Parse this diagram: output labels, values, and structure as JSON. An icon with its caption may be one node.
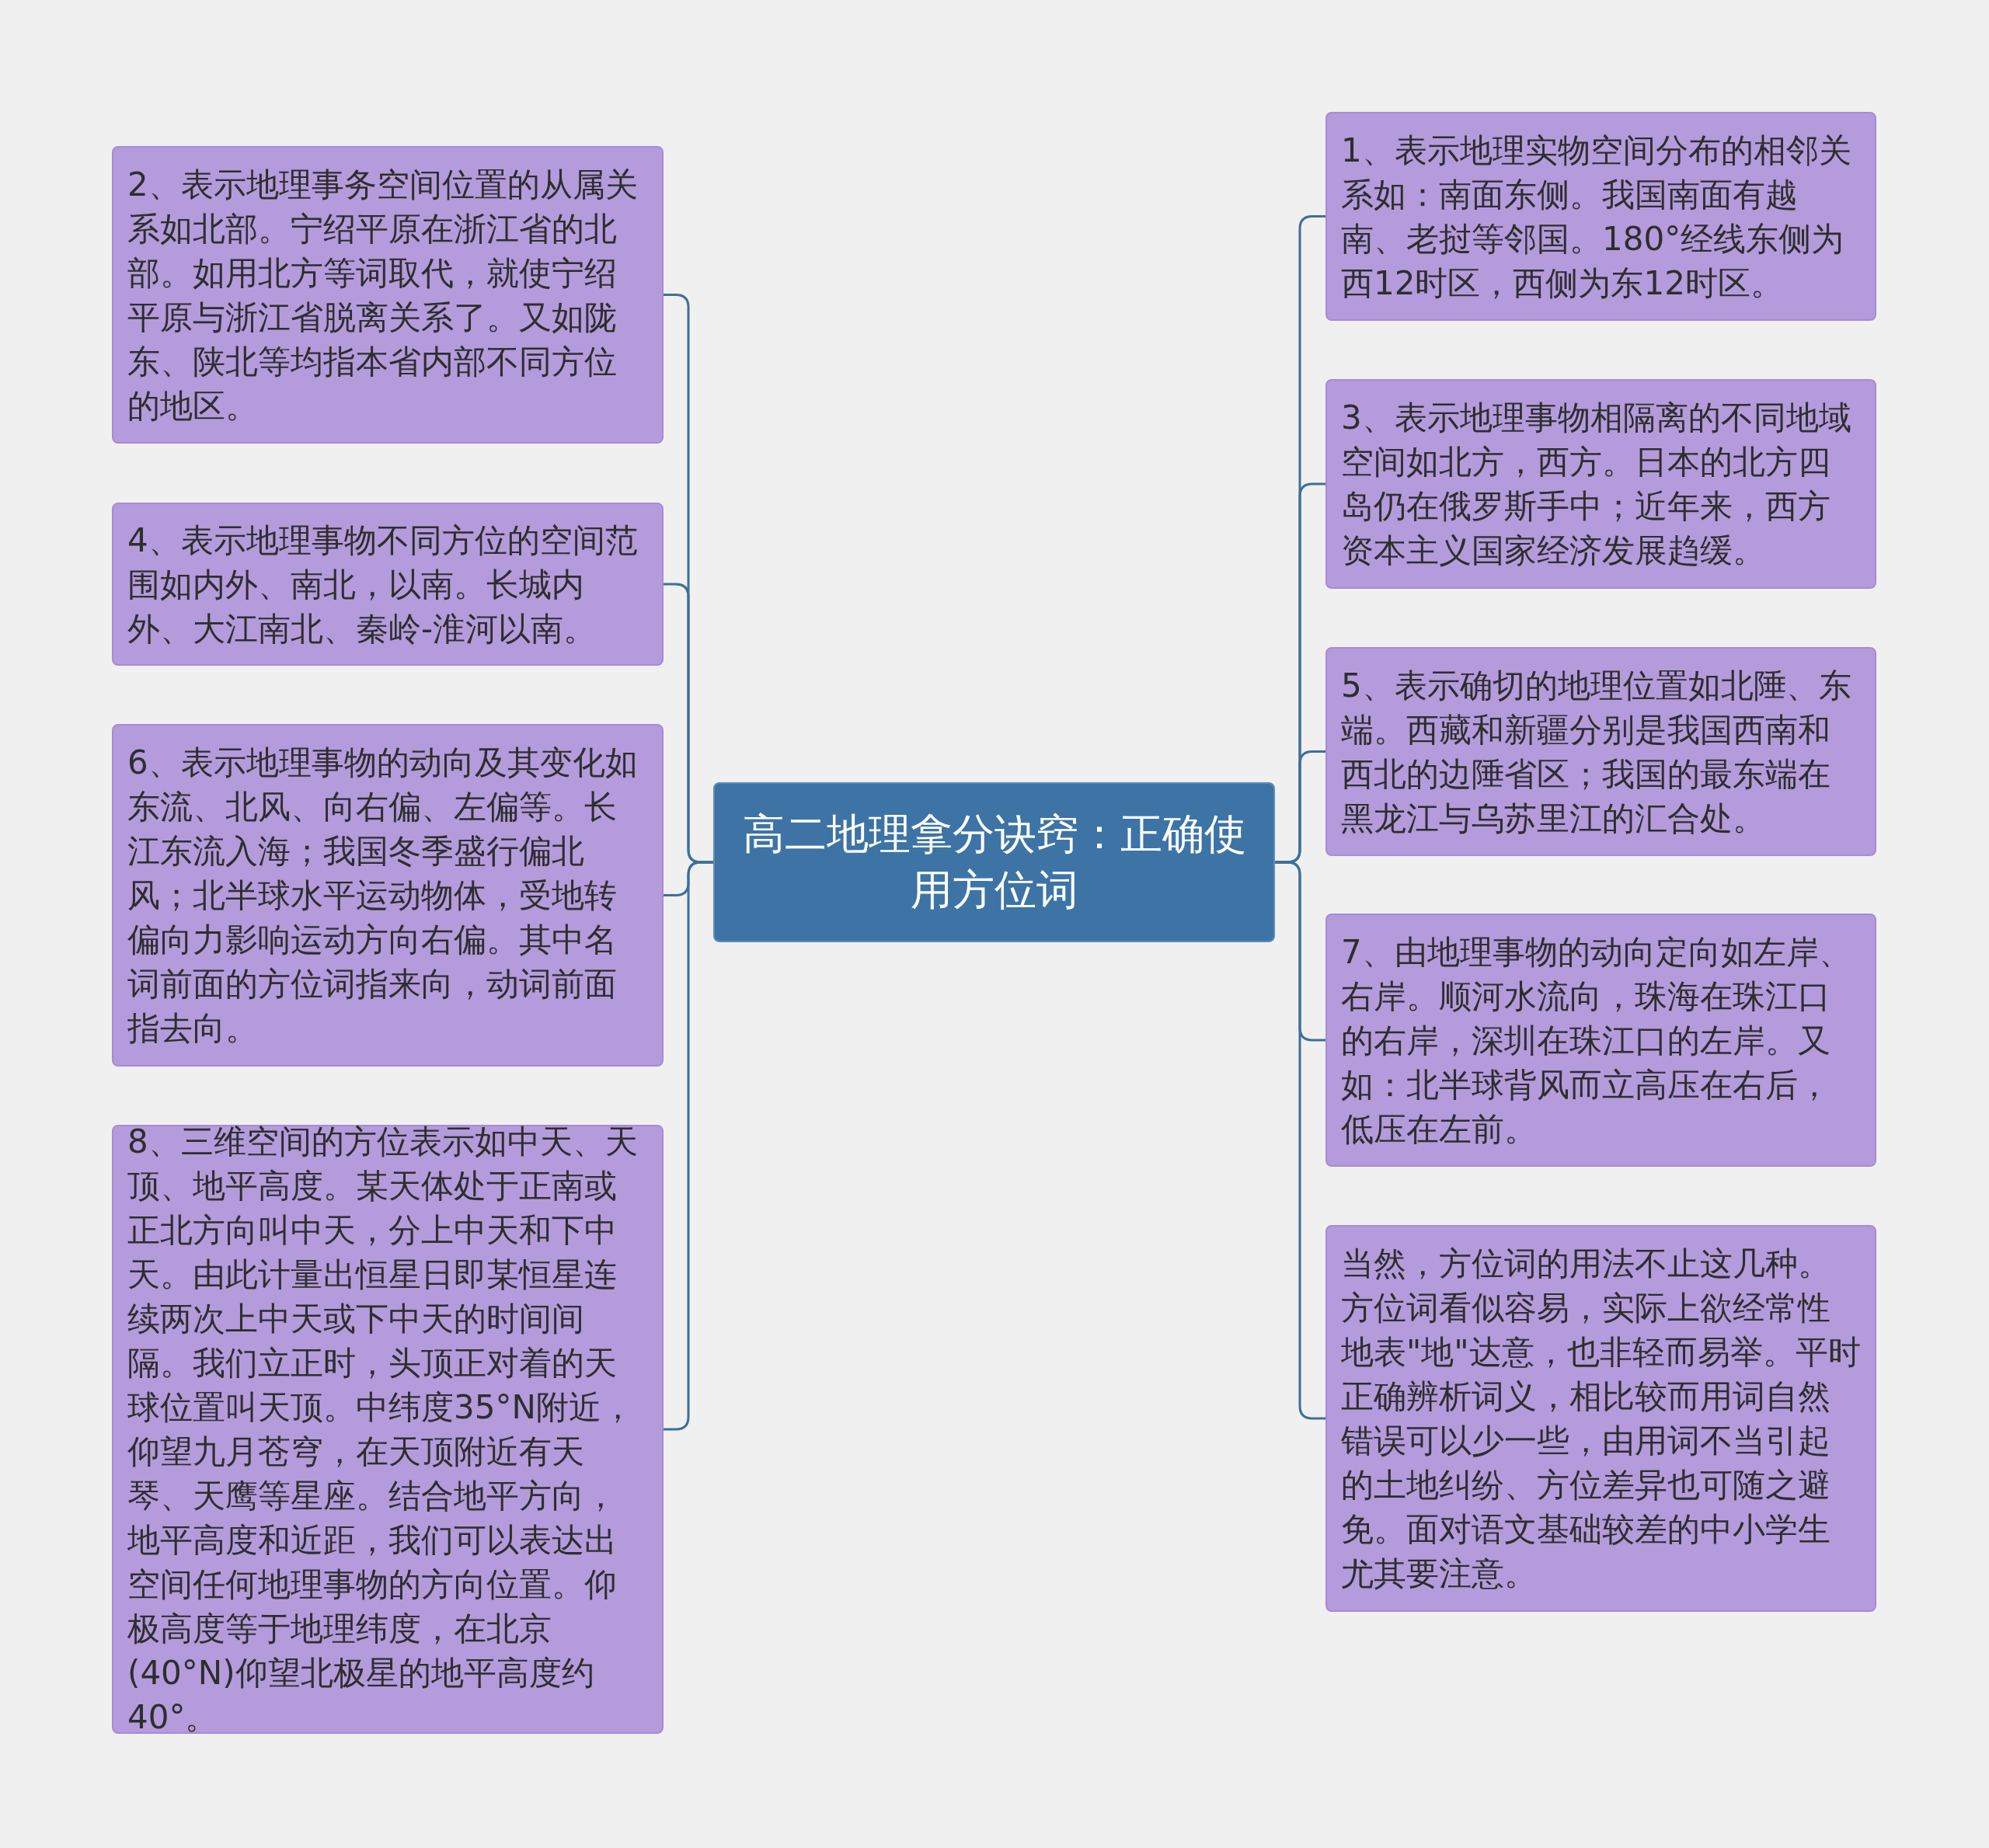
{
  "diagram": {
    "nodes": [
      {
        "text": [
          "高二地理拿分诀窍：正确使用方位词"
        ]
      },
      {
        "text": [
          "1、表示地理实物空间分布的相邻关系如：南面东侧。我国南面有越南、老挝等邻国。180°经线东侧为西12时区，西侧为东12时区。"
        ]
      },
      {
        "text": [
          "2、表示地理事务空间位置的从属关系如北部。宁绍平原在浙江省的北部。如用北方等词取代，就使宁绍平原与浙江省脱离关系了。又如陇东、陕北等均指本省内部不同方位的地区。"
        ]
      },
      {
        "text": [
          "3、表示地理事物相隔离的不同地域空间如北方，西方。日本的北方四岛仍在俄罗斯手中；近年来，西方资本主义国家经济发展趋缓。"
        ]
      },
      {
        "text": [
          "4、表示地理事物不同方位的空间范围如内外、南北，以南。长城内外、大江南北、秦岭-淮河以南。"
        ]
      },
      {
        "text": [
          "5、表示确切的地理位置如北陲、东端。西藏和新疆分别是我国西南和西北的边陲省区；我国的最东端在黑龙江与乌苏里江的汇合处。"
        ]
      },
      {
        "text": [
          "6、表示地理事物的动向及其变化如东流、北风、向右偏、左偏等。长江东流入海；我国冬季盛行偏北风；北半球水平运动物体，受地转偏向力影响运动方向右偏。其中名词前面的方位词指来向，动词前面指去向。"
        ]
      },
      {
        "text": [
          "7、由地理事物的动向定向如左岸、右岸。顺河水流向，珠海在珠江口的右岸，深圳在珠江口的左岸。又如：北半球背风而立高压在右后，低压在左前。"
        ]
      },
      {
        "text": [
          "8、三维空间的方位表示如中天、天顶、地平高度。某天体处于正南或正北方向叫中天，分上中天和下中天。由此计量出恒星日即某恒星连续两次上中天或下中天的时间间隔。我们立正时，头顶正对着的天球位置叫天顶。中纬度35°N附近，仰望九月苍穹，在天顶附近有天琴、天鹰等星座。结合地平方向，地平高度和近距，我们可以表达出空间任何地理事物的方向位置。仰极高度等于地理纬度，在北京(40°N)仰望北极星的地平高度约40°。"
        ]
      },
      {
        "text": [
          "当然，方位词的用法不止这几种。方位词看似容易，实际上欲经常性地表\"地\"达意，也非轻而易举。平时正确辨析词义，相比较而用词自然错误可以少一些，由用词不当引起的土地纠纷、方位差异也可随之避免。面对语文基础较差的中小学生尤其要注意。"
        ]
      }
    ],
    "edges": [
      {
        "from": 0,
        "to": 1,
        "arrow": "none"
      },
      {
        "from": 0,
        "to": 2,
        "arrow": "none"
      },
      {
        "from": 0,
        "to": 3,
        "arrow": "none"
      },
      {
        "from": 0,
        "to": 4,
        "arrow": "none"
      },
      {
        "from": 0,
        "to": 5,
        "arrow": "none"
      },
      {
        "from": 0,
        "to": 6,
        "arrow": "none"
      },
      {
        "from": 0,
        "to": 7,
        "arrow": "none"
      },
      {
        "from": 0,
        "to": 8,
        "arrow": "none"
      },
      {
        "from": 0,
        "to": 9,
        "arrow": "none"
      }
    ]
  }
}
